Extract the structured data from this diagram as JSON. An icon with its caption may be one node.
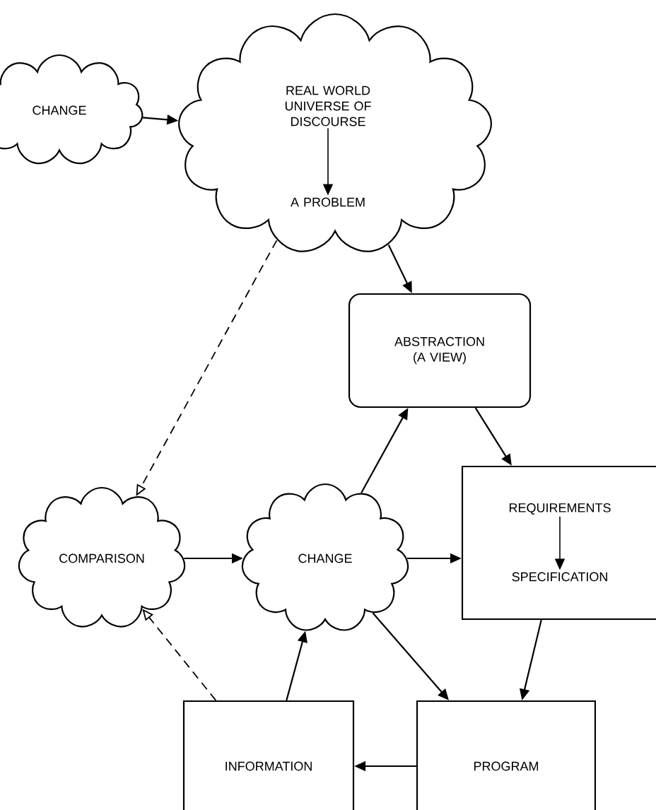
{
  "diagram": {
    "nodes": [
      {
        "text": [
          "CHANGE"
        ]
      },
      {
        "text": [],
        "shape": "cloud"
      },
      {
        "text": [
          "REAL WORLD UNIVERSE OF DISCOURSE"
        ],
        "in": 1
      },
      {
        "text": [
          "A PROBLEM"
        ],
        "in": 1
      },
      {
        "text": [
          "ABSTRACTION (A VIEW)"
        ]
      },
      {
        "text": [
          "COMPARISON"
        ]
      },
      {
        "text": [
          "CHANGE"
        ]
      },
      {
        "text": [],
        "shape": "box"
      },
      {
        "text": [
          "REQUIREMENTS"
        ],
        "in": 7
      },
      {
        "text": [
          "SPECIFICATION"
        ],
        "in": 7
      },
      {
        "text": [
          "INFORMATION"
        ]
      },
      {
        "text": [
          "PROGRAM"
        ]
      }
    ],
    "edges": [
      {
        "from": 0,
        "to": 1,
        "arrow": "to"
      },
      {
        "from": 2,
        "to": 3,
        "arrow": "to"
      },
      {
        "from": 1,
        "to": 4,
        "arrow": "to"
      },
      {
        "from": 1,
        "to": 5,
        "arrow": "to",
        "style": "dashed"
      },
      {
        "from": 6,
        "to": 4,
        "arrow": "to"
      },
      {
        "from": 4,
        "to": 7,
        "arrow": "to"
      },
      {
        "from": 5,
        "to": 6,
        "arrow": "to"
      },
      {
        "from": 6,
        "to": 7,
        "arrow": "to"
      },
      {
        "from": 6,
        "to": 11,
        "arrow": "to"
      },
      {
        "from": 7,
        "to": 11,
        "arrow": "to"
      },
      {
        "from": 10,
        "to": 6,
        "arrow": "to"
      },
      {
        "from": 10,
        "to": 5,
        "arrow": "to",
        "style": "dashed"
      },
      {
        "from": 11,
        "to": 10,
        "arrow": "to"
      },
      {
        "from": 8,
        "to": 9,
        "arrow": "to"
      }
    ]
  }
}
